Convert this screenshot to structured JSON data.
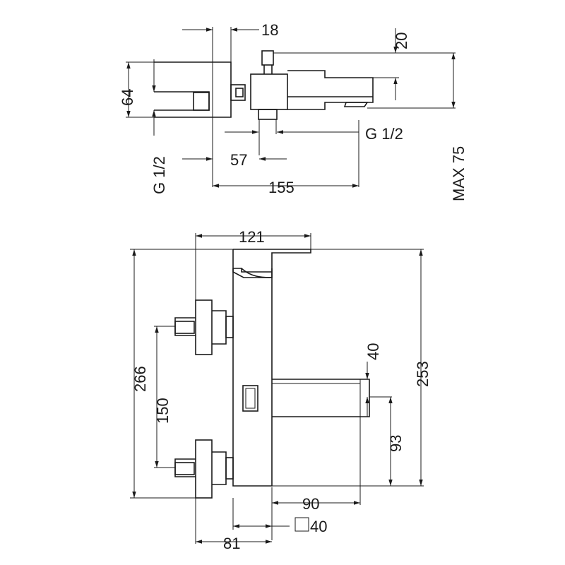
{
  "colors": {
    "ink": "#1a1a1a",
    "background": "#ffffff"
  },
  "top_view": {
    "dim_18": "18",
    "dim_20": "20",
    "dim_64": "64",
    "dim_g12_left": "G 1/2",
    "dim_g12_right": "G 1/2",
    "dim_57": "57",
    "dim_155": "155",
    "dim_max75": "MAX 75"
  },
  "front_view": {
    "dim_121": "121",
    "dim_266": "266",
    "dim_150": "150",
    "dim_253": "253",
    "dim_40": "40",
    "dim_93": "93",
    "dim_90": "90",
    "dim_square40": "40",
    "dim_81": "81"
  }
}
